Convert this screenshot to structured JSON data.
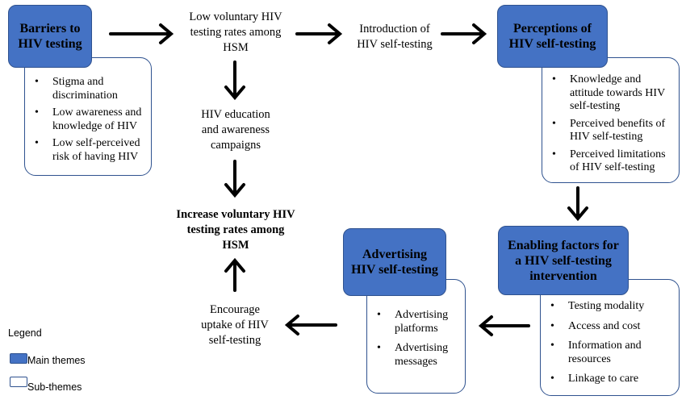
{
  "main_themes": {
    "barriers": {
      "line1": "Barriers to",
      "line2": "HIV testing"
    },
    "perceptions": {
      "line1": "Perceptions of",
      "line2": "HIV self-testing"
    },
    "enabling": {
      "line1": "Enabling factors for",
      "line2": "a HIV self-testing",
      "line3": "intervention"
    },
    "advertising": {
      "line1": "Advertising",
      "line2": "HIV self-testing"
    }
  },
  "sub_themes": {
    "barriers": [
      [
        "Stigma and",
        "discrimination"
      ],
      [
        "Low awareness and",
        "knowledge of HIV"
      ],
      [
        "Low self-perceived",
        "risk of having HIV"
      ]
    ],
    "perceptions": [
      [
        "Knowledge and",
        "attitude towards HIV",
        "self-testing"
      ],
      [
        "Perceived benefits of",
        "HIV self-testing"
      ],
      [
        "Perceived limitations",
        "of HIV self-testing"
      ]
    ],
    "enabling": [
      [
        "Testing modality"
      ],
      [
        "Access and cost"
      ],
      [
        "Information and",
        "resources"
      ],
      [
        "Linkage to care"
      ]
    ],
    "advertising": [
      [
        "Advertising",
        "platforms"
      ],
      [
        "Advertising",
        "messages"
      ]
    ]
  },
  "flow": {
    "low_rates": [
      "Low voluntary HIV",
      "testing rates among",
      "HSM"
    ],
    "introduction": [
      "Introduction of",
      "HIV self-testing"
    ],
    "education": [
      "HIV education",
      "and awareness",
      "campaigns"
    ],
    "increase": [
      "Increase voluntary HIV",
      "testing rates among",
      "HSM"
    ],
    "encourage": [
      "Encourage",
      "uptake of HIV",
      "self-testing"
    ]
  },
  "legend": {
    "title": "Legend",
    "main_label": "Main themes",
    "sub_label": "Sub-themes",
    "main_color": "#4472c4",
    "sub_color": "#ffffff",
    "border_color": "#2f528f"
  }
}
